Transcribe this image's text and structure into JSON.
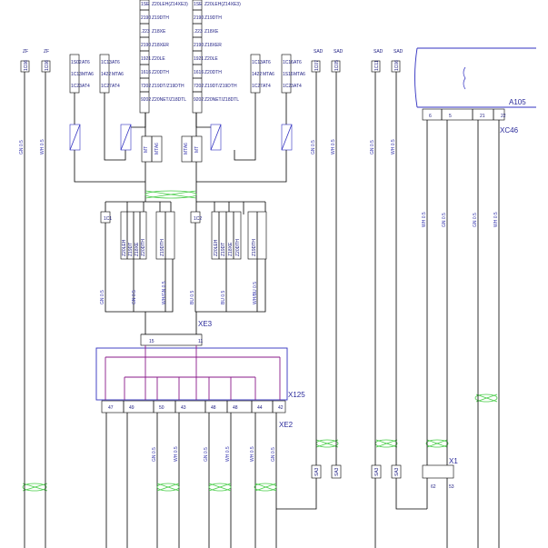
{
  "components": {
    "a105": "A105",
    "xc46": "XC46",
    "x125": "X125",
    "xe2": "XE2",
    "xe3": "XE3",
    "x1": "X1"
  },
  "top_lists": {
    "left": [
      "1SE",
      "2190",
      ".223",
      "2190",
      "1921",
      "1616",
      "7202",
      "9202"
    ],
    "left_labels": [
      "Z20LEH(Z14XE3)",
      "Z19DTH",
      "Z18XE",
      "Z18XER",
      "Z20LE",
      "Z20DTH",
      "Z19DT/Z19DTH",
      "Z20NET/Z18DTL"
    ],
    "right": [
      "1SE",
      "2190",
      ".223",
      "2190",
      "1921",
      "1616",
      "7202",
      "9202"
    ],
    "right_labels": [
      "Z20LEH(Z14XE3)",
      "Z19DTH",
      "Z18XE",
      "Z18XER",
      "Z20LE",
      "Z20DTH",
      "Z19DT/Z19DTH",
      "Z20NET/Z18DTL"
    ]
  },
  "mid_pads": {
    "mt_left": [
      "MT",
      "MTA6"
    ],
    "mt_right": [
      "MTA6",
      "MT"
    ],
    "a_left_codes": [
      "1S02",
      "1C13",
      "1C23"
    ],
    "a_left_labels": [
      "AT6",
      "MTA6",
      "AT4"
    ],
    "b_left_codes": [
      "1C13",
      "1422",
      "1C27"
    ],
    "b_left_labels": [
      "AT6",
      "MTA6",
      "AT4"
    ],
    "a_right_codes": [
      "1C13",
      "1422",
      "1C27"
    ],
    "a_right_labels": [
      "AT6",
      "MTA6",
      "AT4"
    ],
    "b_right_codes": [
      "1C16",
      "1S16",
      "1C23"
    ],
    "b_right_labels": [
      "AT6",
      "MTA6",
      "AT4"
    ]
  },
  "top_conn_boxes": {
    "gn_left_ref": "ZF",
    "gn_left_code": "1C06",
    "wh_left_ref": "ZF",
    "wh_left_code": "1C06",
    "sad1_ref": "SAD",
    "sad1_code": "1C07",
    "sad2_ref": "SAD",
    "sad2_code": "1C05",
    "sad3_ref": "SAD",
    "sad3_code": "1C11",
    "sad4_ref": "SAD",
    "sad4_code": "1C06"
  },
  "wire_labels": {
    "gn05": "GN 0.5",
    "wh05": "WH 0.5",
    "bu05": "BU 0.5",
    "whgn05": "WH/GN 0.5",
    "whbu05": "WH/BU 0.5"
  },
  "x125_pins": [
    "47",
    "49",
    "50",
    "43",
    "48",
    "48",
    "44",
    "42"
  ],
  "xe3_pins": [
    "15",
    "11"
  ],
  "xc46_pins": [
    "6",
    "5",
    "21",
    "22"
  ],
  "x1_pins": [
    "62",
    "53"
  ],
  "bottom_boxes": [
    "SA3",
    "SA3",
    "SA3",
    "SA3"
  ],
  "mid_pin_codes": [
    "1C1",
    "1C2"
  ],
  "vertical_groups": {
    "left": [
      "Z20LEH",
      "Z19DT",
      "Z18XE",
      "Z20DTH",
      "Z19DTH"
    ],
    "right": [
      "Z20LEH",
      "Z19DT",
      "Z18XE",
      "Z20DTH",
      "Z19DTH"
    ]
  }
}
